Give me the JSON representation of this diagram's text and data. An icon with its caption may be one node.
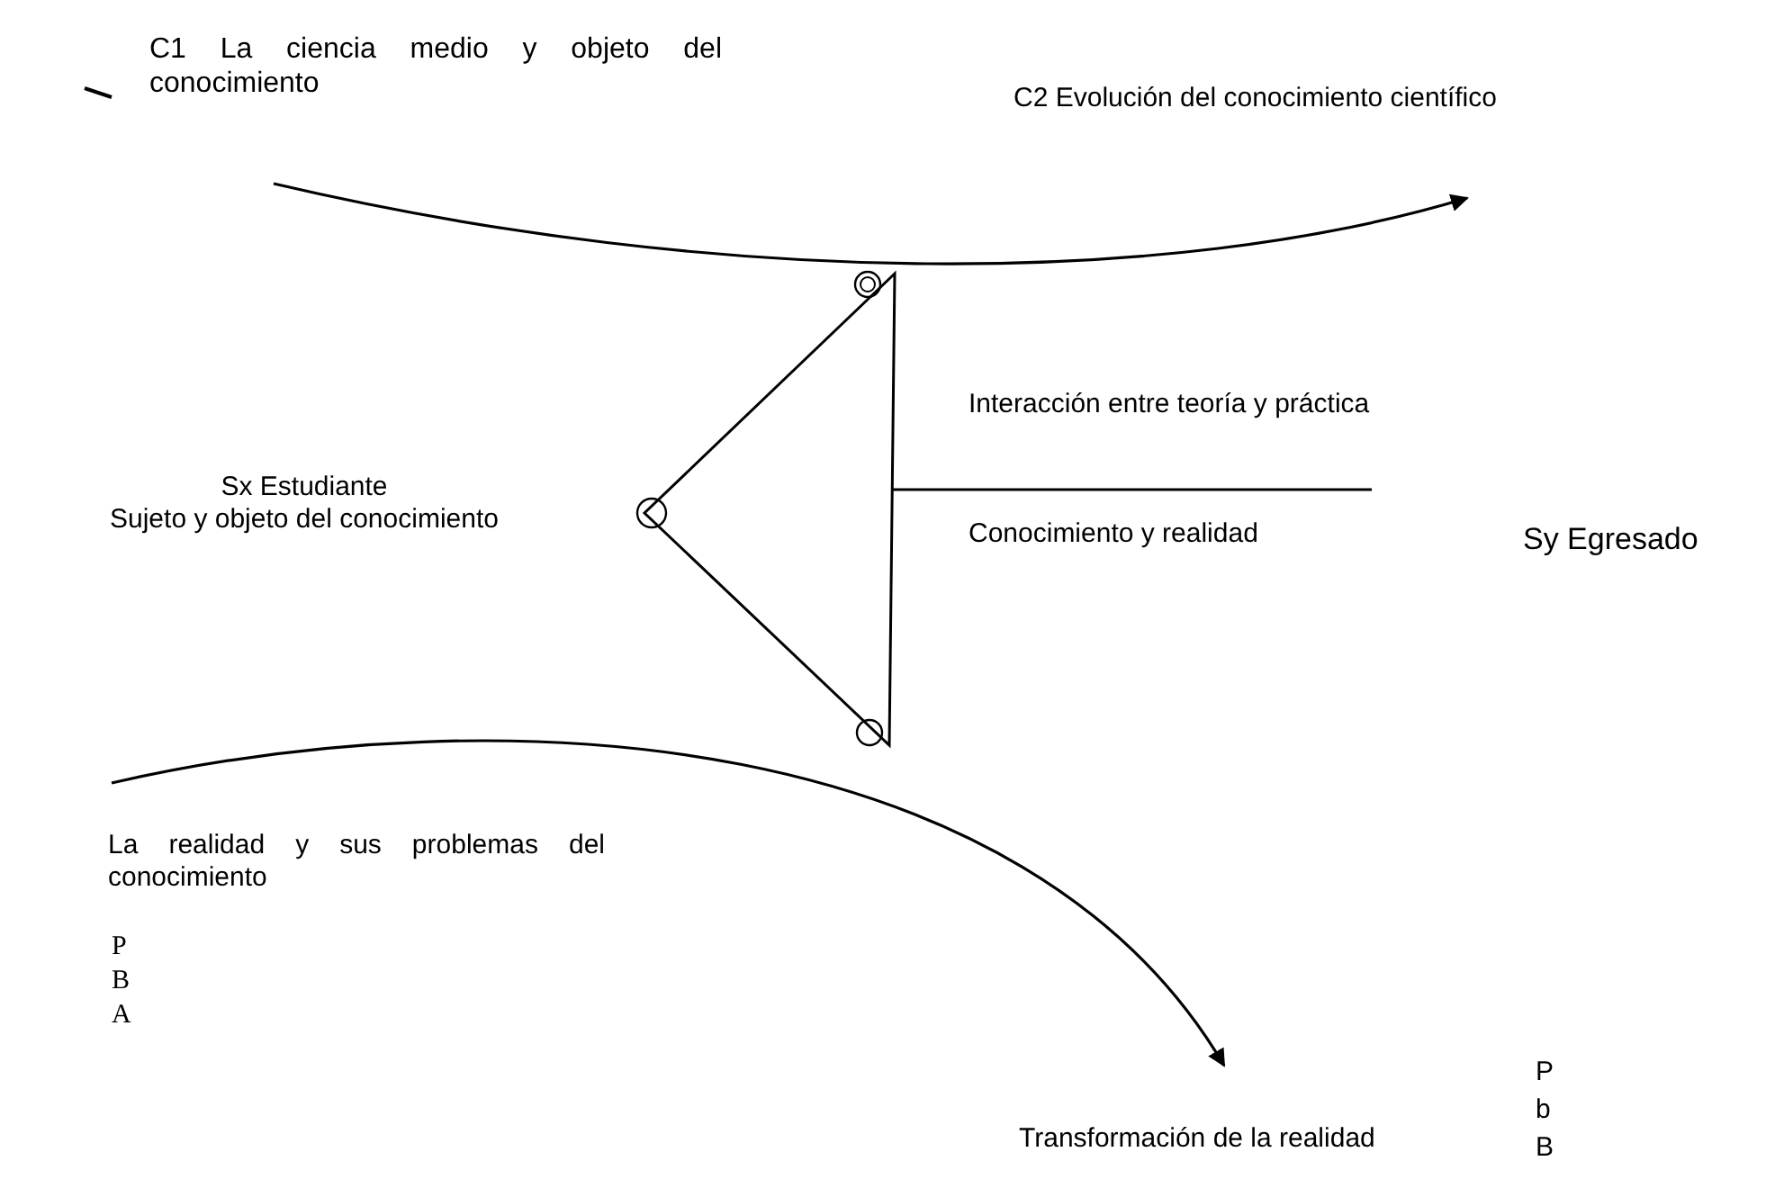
{
  "diagram": {
    "nodes": [
      {
        "text": [
          "C1 La ciencia medio y objeto del conocimiento"
        ]
      },
      {
        "text": [
          "C2 Evolución del conocimiento científico"
        ]
      },
      {
        "text": [
          "Sx Estudiante",
          "Sujeto y objeto del conocimiento"
        ]
      },
      {
        "text": [
          "Interacción entre teoría y práctica"
        ]
      },
      {
        "text": [
          "Conocimiento y realidad"
        ]
      },
      {
        "text": [
          "Sy Egresado"
        ]
      },
      {
        "text": [
          "La realidad y sus problemas del conocimiento"
        ]
      },
      {
        "text": [
          "Transformación de la realidad"
        ]
      }
    ],
    "edges": [
      {
        "from": 0,
        "to": 1,
        "arrow": "to"
      },
      {
        "from": 6,
        "to": 7,
        "arrow": "to"
      }
    ],
    "labels": [
      "P",
      "B",
      "A",
      "P",
      "b",
      "B"
    ]
  }
}
